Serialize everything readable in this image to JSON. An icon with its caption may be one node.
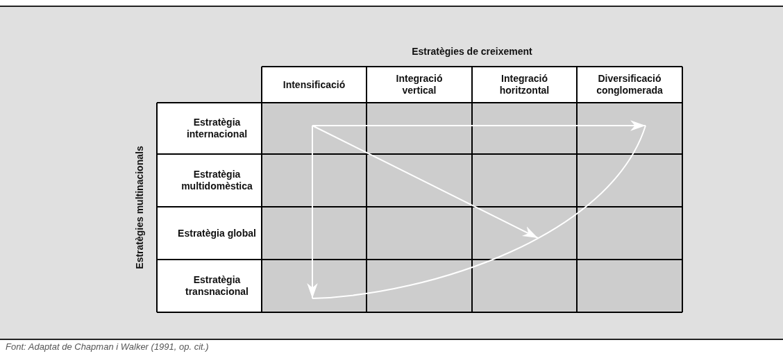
{
  "diagram": {
    "caption": "Font: Adaptat de Chapman i Walker (1991, op. cit.)",
    "nodes": [
      {
        "text": [
          "Intensificació"
        ]
      },
      {
        "text": [
          "Integració vertical"
        ]
      },
      {
        "text": [
          "Integració horitzontal"
        ]
      },
      {
        "text": [
          "Diversificació conglomerada"
        ]
      },
      {
        "text": [
          "Estratègia internacional"
        ]
      },
      {
        "text": [
          "Estratègia multidomèstica"
        ]
      },
      {
        "text": [
          "Estratègia global"
        ]
      },
      {
        "text": [
          "Estratègia transnacional"
        ]
      }
    ],
    "labels": [
      "Estratègies de creixement",
      "Estratègies multinacionals"
    ]
  }
}
